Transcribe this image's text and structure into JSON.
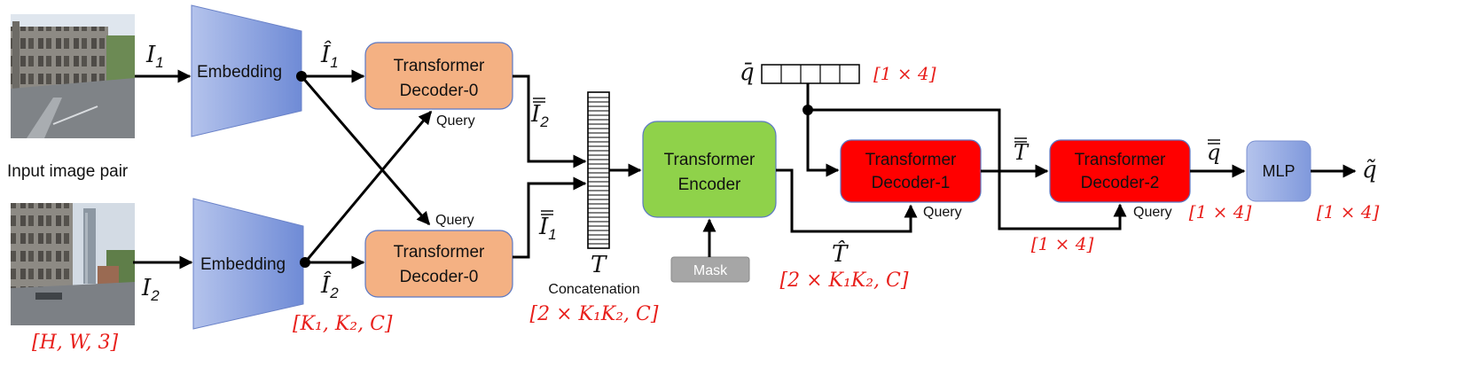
{
  "inputs": {
    "label": "Input image pair",
    "i1": "I",
    "i1_sub": "1",
    "i2": "I",
    "i2_sub": "2",
    "shape_label": "[H, W, 3]"
  },
  "embedding": {
    "label_top": "Embedding",
    "label_bottom": "Embedding",
    "out1": "Î",
    "out1_sub": "1",
    "out2": "Î",
    "out2_sub": "2",
    "shape_label": "[K₁, K₂, C]"
  },
  "decoder0": {
    "top_line1": "Transformer",
    "top_line2": "Decoder-0",
    "bottom_line1": "Transformer",
    "bottom_line2": "Decoder-0",
    "query_top": "Query",
    "query_bottom": "Query",
    "out_top": "I",
    "out_top_sub": "2",
    "out_bottom": "I",
    "out_bottom_sub": "1"
  },
  "concat": {
    "symbol": "T",
    "label": "Concatenation",
    "shape_label": "[2 × K₁K₂, C]"
  },
  "encoder": {
    "line1": "Transformer",
    "line2": "Encoder",
    "mask_label": "Mask",
    "out": "T̂",
    "shape_label": "[2 × K₁K₂, C]"
  },
  "query_vec": {
    "symbol": "q̄",
    "shape_label": "[1 × 4]"
  },
  "decoder1": {
    "line1": "Transformer",
    "line2": "Decoder-1",
    "query": "Query",
    "out": "T"
  },
  "decoder2": {
    "line1": "Transformer",
    "line2": "Decoder-2",
    "query": "Query",
    "query_shape_label": "[1 × 4]",
    "out": "q",
    "out_shape_label": "[1 × 4]"
  },
  "mlp": {
    "label": "MLP",
    "out": "q̃",
    "out_shape_label": "[1 × 4]"
  },
  "colors": {
    "embedding": "#8fa3dc",
    "decoder0": "#f4b183",
    "encoder": "#8fd24a",
    "decoder_red": "#ff0000",
    "mlp": "#8fa3dc",
    "mask": "#a6a6a6",
    "shape_text": "#e8201c"
  }
}
